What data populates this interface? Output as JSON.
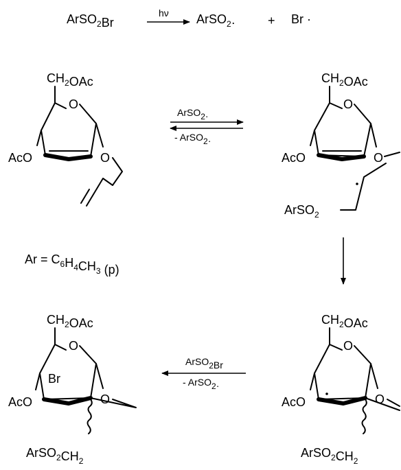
{
  "initiation": {
    "reactant": "ArSO2Br",
    "condition": "hν",
    "product_radical": "ArSO2·",
    "plus": "+",
    "bromine_radical": "Br ·"
  },
  "equilibrium": {
    "forward_label": "ArSO2·",
    "reverse_label": "- ArSO2·"
  },
  "definition": "Ar = C6H4CH3 (p)",
  "bromination": {
    "reagent_label": "ArSO2Br",
    "byproduct_label": "- ArSO2·"
  },
  "substituents": {
    "ch2oac": "CH2OAc",
    "ring_o": "O",
    "aco": "AcO",
    "allyl_o": "O",
    "arso2": "ArSO2",
    "arso2ch2": "ArSO2CH2",
    "br": "Br"
  }
}
